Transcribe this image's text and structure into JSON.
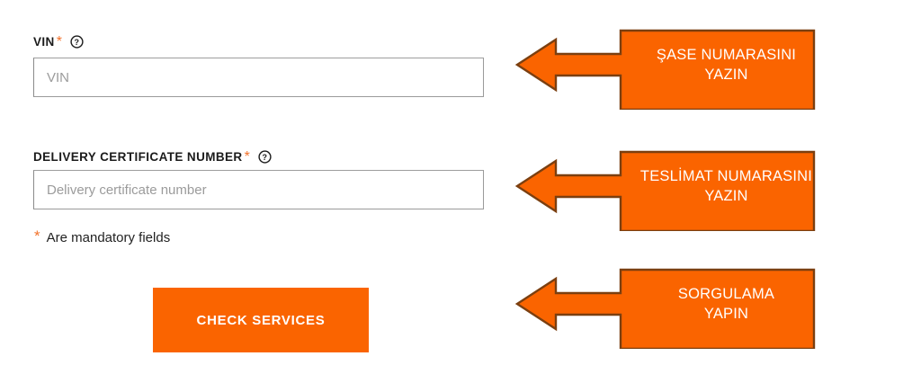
{
  "colors": {
    "orange": "#fa6400",
    "callout_fill": "#fa6400",
    "callout_border": "#7b3f10",
    "required_star": "#f2722b",
    "input_border": "#9a9a9a",
    "label_text": "#1b1b1b",
    "placeholder": "#9b9b9b",
    "button_text": "#ffffff"
  },
  "form": {
    "fields": [
      {
        "label": "VIN",
        "required_marker": "*",
        "help_icon": "question-mark-circle-icon",
        "placeholder": "VIN",
        "value": ""
      },
      {
        "label": "DELIVERY CERTIFICATE NUMBER",
        "required_marker": "*",
        "help_icon": "question-mark-circle-icon",
        "placeholder": "Delivery certificate number",
        "value": ""
      }
    ],
    "mandatory_note": {
      "star": "*",
      "text": "Are mandatory fields"
    },
    "submit_button": {
      "label": "CHECK SERVICES"
    }
  },
  "annotations": [
    {
      "icon": "left-arrow-callout-icon",
      "line1": "ŞASE NUMARASINI",
      "line2": "YAZIN"
    },
    {
      "icon": "left-arrow-callout-icon",
      "line1": "TESLİMAT NUMARASINI",
      "line2": "YAZIN"
    },
    {
      "icon": "left-arrow-callout-icon",
      "line1": "SORGULAMA",
      "line2": "YAPIN"
    }
  ]
}
